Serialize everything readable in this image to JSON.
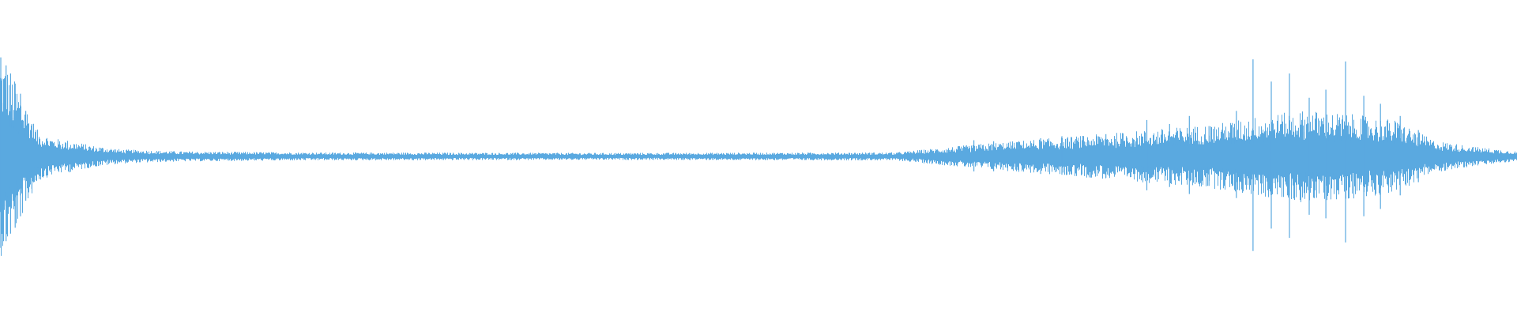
{
  "waveform": {
    "color": "#5aa9e0",
    "background": "#ffffff",
    "envelope": [
      [
        0.0,
        1.0
      ],
      [
        0.003,
        0.92
      ],
      [
        0.008,
        0.8
      ],
      [
        0.014,
        0.6
      ],
      [
        0.02,
        0.4
      ],
      [
        0.025,
        0.25
      ],
      [
        0.035,
        0.18
      ],
      [
        0.045,
        0.16
      ],
      [
        0.06,
        0.11
      ],
      [
        0.08,
        0.07
      ],
      [
        0.12,
        0.05
      ],
      [
        0.2,
        0.04
      ],
      [
        0.4,
        0.035
      ],
      [
        0.59,
        0.04
      ],
      [
        0.61,
        0.07
      ],
      [
        0.65,
        0.13
      ],
      [
        0.7,
        0.19
      ],
      [
        0.74,
        0.24
      ],
      [
        0.77,
        0.28
      ],
      [
        0.8,
        0.32
      ],
      [
        0.83,
        0.4
      ],
      [
        0.86,
        0.46
      ],
      [
        0.89,
        0.42
      ],
      [
        0.92,
        0.36
      ],
      [
        0.945,
        0.16
      ],
      [
        0.97,
        0.1
      ],
      [
        1.0,
        0.05
      ]
    ],
    "spikes": [
      [
        0.0005,
        0.98
      ],
      [
        0.004,
        0.9
      ],
      [
        0.007,
        0.82
      ],
      [
        0.01,
        0.72
      ],
      [
        0.0135,
        0.62
      ],
      [
        0.017,
        0.45
      ],
      [
        0.021,
        0.32
      ],
      [
        0.642,
        0.16
      ],
      [
        0.655,
        0.15
      ],
      [
        0.671,
        0.14
      ],
      [
        0.686,
        0.18
      ],
      [
        0.7,
        0.2
      ],
      [
        0.729,
        0.22
      ],
      [
        0.756,
        0.36
      ],
      [
        0.771,
        0.32
      ],
      [
        0.784,
        0.4
      ],
      [
        0.797,
        0.3
      ],
      [
        0.815,
        0.45
      ],
      [
        0.826,
        0.96
      ],
      [
        0.838,
        0.74
      ],
      [
        0.85,
        0.82
      ],
      [
        0.863,
        0.58
      ],
      [
        0.874,
        0.66
      ],
      [
        0.887,
        0.94
      ],
      [
        0.899,
        0.6
      ],
      [
        0.91,
        0.52
      ],
      [
        0.923,
        0.4
      ],
      [
        0.935,
        0.26
      ]
    ]
  }
}
